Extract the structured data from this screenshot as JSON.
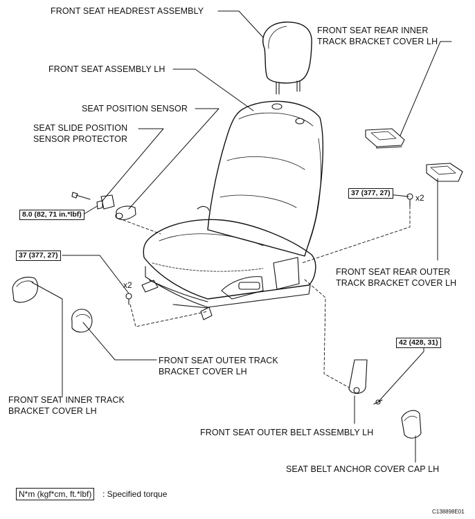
{
  "labels": {
    "headrest": "FRONT SEAT HEADREST ASSEMBLY",
    "rear_inner_1": "FRONT SEAT REAR INNER",
    "rear_inner_2": "TRACK BRACKET COVER LH",
    "seat_assembly": "FRONT SEAT ASSEMBLY LH",
    "seat_sensor": "SEAT POSITION SENSOR",
    "slide_protector_1": "SEAT SLIDE POSITION",
    "slide_protector_2": "SENSOR PROTECTOR",
    "rear_outer_1": "FRONT SEAT REAR OUTER",
    "rear_outer_2": "TRACK BRACKET COVER LH",
    "outer_track_1": "FRONT SEAT OUTER TRACK",
    "outer_track_2": "BRACKET COVER LH",
    "inner_track_1": "FRONT SEAT INNER TRACK",
    "inner_track_2": "BRACKET COVER LH",
    "outer_belt": "FRONT SEAT OUTER BELT ASSEMBLY LH",
    "anchor_cap": "SEAT BELT ANCHOR COVER CAP LH"
  },
  "torques": {
    "sensor_protector": "8.0 (82, 71 in.*lbf)",
    "rear_bolts": "37 (377, 27)",
    "front_bolts": "37 (377, 27)",
    "belt_anchor": "42 (428, 31)"
  },
  "multipliers": {
    "rear": "x2",
    "front": "x2"
  },
  "legend": {
    "unit": "N*m (kgf*cm, ft.*lbf)",
    "text": ": Specified torque"
  },
  "figure_code": "C138898E01"
}
